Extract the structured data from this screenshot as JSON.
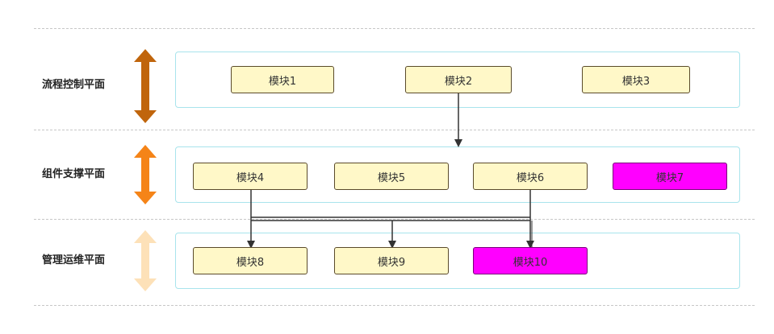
{
  "planes": [
    {
      "label": "流程控制平面",
      "arrow_color": "#c0650c",
      "modules": [
        {
          "label": "模块1"
        },
        {
          "label": "模块2"
        },
        {
          "label": "模块3"
        }
      ]
    },
    {
      "label": "组件支撑平面",
      "arrow_color": "#f58418",
      "modules": [
        {
          "label": "模块4"
        },
        {
          "label": "模块5"
        },
        {
          "label": "模块6"
        },
        {
          "label": "模块7",
          "highlight": true
        }
      ]
    },
    {
      "label": "管理运维平面",
      "arrow_color": "#fde1b8",
      "modules": [
        {
          "label": "模块8"
        },
        {
          "label": "模块9"
        },
        {
          "label": "模块10",
          "highlight": true
        }
      ]
    }
  ],
  "colors": {
    "module_fill": "#fff8c8",
    "module_highlight": "#ff00ff",
    "plane_border": "#a8e4ec",
    "connector": "#333333"
  }
}
